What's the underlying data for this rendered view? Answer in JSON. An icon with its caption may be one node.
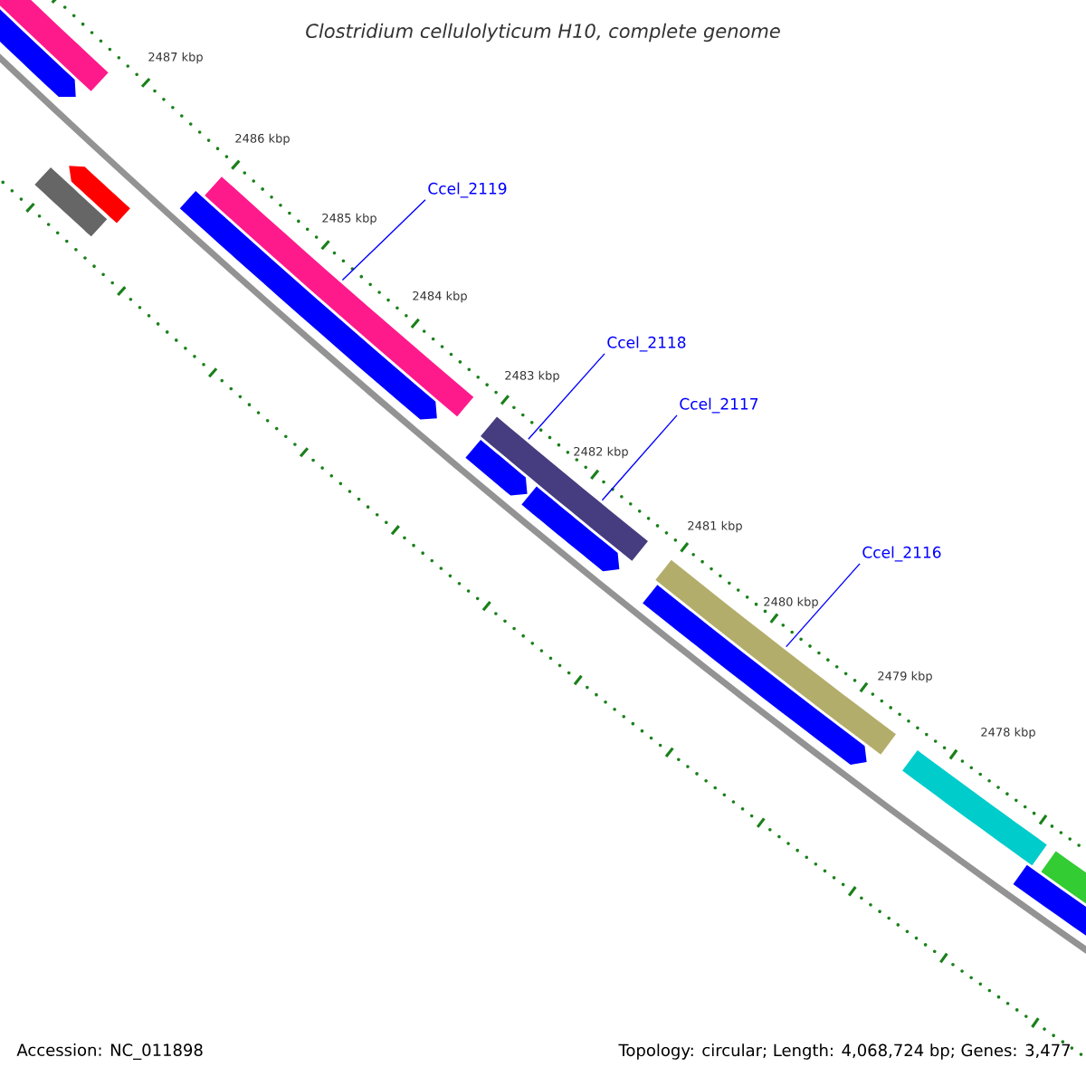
{
  "diagram": {
    "title": "Clostridium cellulolyticum H10, complete genome",
    "nodes": [
      {
        "text": [
          "Ccel_2119"
        ]
      },
      {
        "text": [],
        "shape": "bar"
      },
      {
        "text": [
          "Ccel_2118"
        ]
      },
      {
        "text": [],
        "shape": "bar"
      },
      {
        "text": [
          "Ccel_2117"
        ]
      },
      {
        "text": [],
        "shape": "bar"
      },
      {
        "text": [
          "Ccel_2116"
        ]
      },
      {
        "text": [],
        "shape": "bar"
      },
      {
        "text": [],
        "shape": "bar"
      }
    ],
    "edges": [
      {
        "from": 0,
        "to": 1,
        "arrow": "none"
      },
      {
        "from": 2,
        "to": 3,
        "arrow": "none"
      },
      {
        "from": 4,
        "to": 5,
        "arrow": "none"
      },
      {
        "from": 6,
        "to": 7,
        "arrow": "none"
      }
    ],
    "labels": [
      "2487 kbp",
      "2486 kbp",
      "2485 kbp",
      "2484 kbp",
      "2483 kbp",
      "2482 kbp",
      "2481 kbp",
      "2480 kbp",
      "2479 kbp",
      "2478 kbp",
      "Accession: NC_011898",
      "Topology: circular; Length: 4,068,724 bp; Genes: 3,477"
    ]
  }
}
